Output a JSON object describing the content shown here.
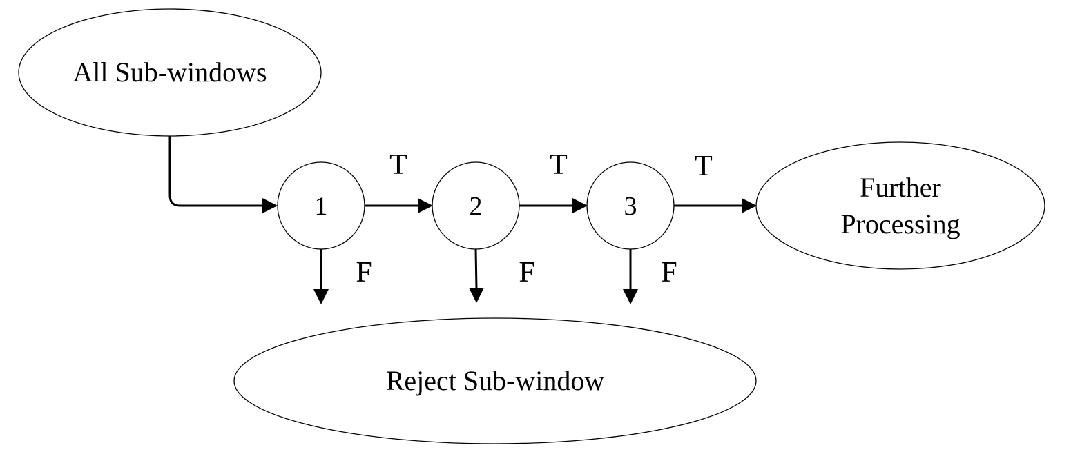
{
  "nodes": {
    "all_subwindows": "All Sub-windows",
    "stage_1": "1",
    "stage_2": "2",
    "stage_3": "3",
    "further_processing_line1": "Further",
    "further_processing_line2": "Processing",
    "reject_subwindow": "Reject Sub-window"
  },
  "edge_labels": {
    "true_1_2": "T",
    "true_2_3": "T",
    "true_3_out": "T",
    "false_1": "F",
    "false_2": "F",
    "false_3": "F"
  },
  "colors": {
    "stroke": "#000000",
    "fill": "#ffffff"
  }
}
